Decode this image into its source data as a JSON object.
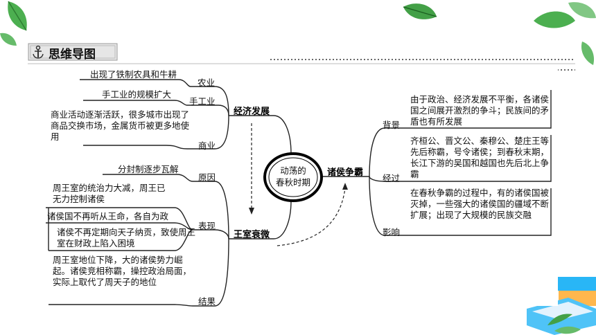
{
  "header": {
    "title": "思维导图"
  },
  "center": {
    "line1": "动荡的",
    "line2": "春秋时期"
  },
  "left": {
    "economy": {
      "label": "经济发展",
      "agriculture": {
        "label": "农业",
        "text": "出现了铁制农具和牛耕"
      },
      "handicraft": {
        "label": "手工业",
        "text": "手工业的规模扩大"
      },
      "commerce": {
        "label": "商业",
        "text": "商业活动逐渐活跃，很多城市出现了商品交换市场，金属货币被更多地使用"
      }
    },
    "decline": {
      "label": "王室衰微",
      "cause": {
        "label": "原因",
        "text": "分封制逐步瓦解"
      },
      "manifest": {
        "label": "表现",
        "items": [
          "周王室的统治力大减，周王已无力控制诸侯",
          "诸侯国不再听从王命，各自为政",
          "诸侯不再定期向天子纳贡，致使周王室在财政上陷入困境"
        ]
      },
      "result": {
        "label": "结果",
        "text": "周王室地位下降，大的诸侯势力崛起。诸侯竞相称霸，操控政治局面，实际上取代了周天子的地位"
      }
    }
  },
  "right": {
    "hegemony": {
      "label": "诸侯争霸",
      "background": {
        "label": "背景",
        "text": "由于政治、经济发展不平衡，各诸侯国之间展开激烈的争斗；民族间的矛盾也有所发展"
      },
      "process": {
        "label": "经过",
        "text": "齐桓公、晋文公、秦穆公、楚庄王等先后称霸，号令诸侯；到春秋末期，长江下游的吴国和越国也先后北上争霸"
      },
      "impact": {
        "label": "影响",
        "text": "在春秋争霸的过程中，有的诸侯国被灭掉，一些强大的诸侯国的疆域不断扩展；出现了大规模的民族交融"
      }
    }
  }
}
